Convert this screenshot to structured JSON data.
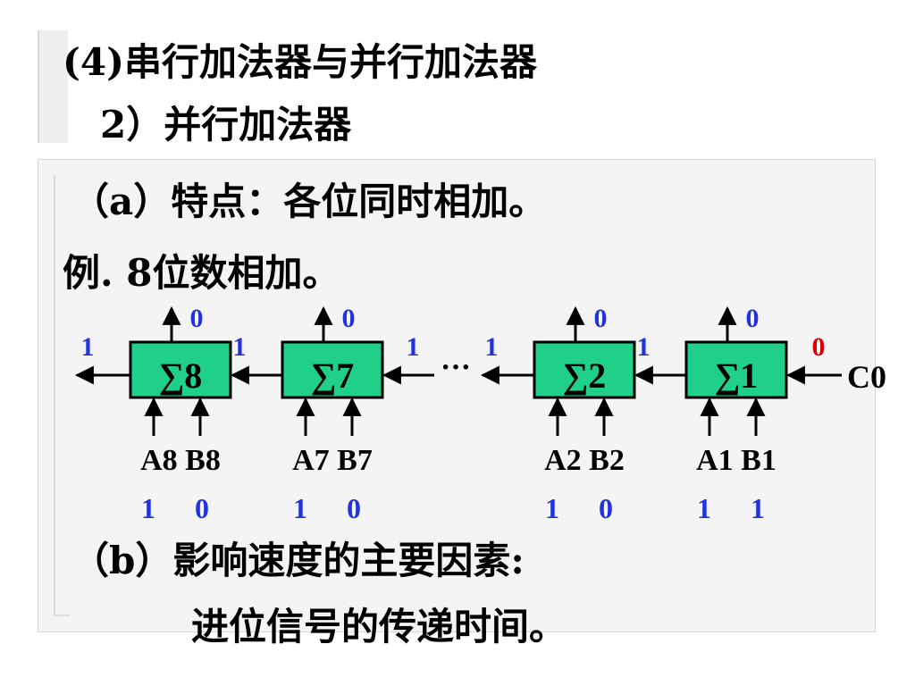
{
  "slide": {
    "title": "(4)串行加法器与并行加法器",
    "subtitle": "2）并行加法器",
    "point_a": "（a）特点：各位同时相加。",
    "example": "例. 8位数相加。",
    "point_b": "（b）影响速度的主要因素:",
    "point_b_detail": "进位信号的传递时间。"
  },
  "diagram": {
    "colors": {
      "box_fill": "#1fcf8a",
      "wire": "#000000",
      "value_blue": "#2233dd",
      "value_red": "#dd0000"
    },
    "adders": [
      {
        "label": "∑8",
        "input_labels": "A8 B8",
        "a": "1",
        "b": "0",
        "sum": "0",
        "carry_out": "1"
      },
      {
        "label": "∑7",
        "input_labels": "A7 B7",
        "a": "1",
        "b": "0",
        "sum": "0",
        "carry_out": "1"
      },
      {
        "label": "∑2",
        "input_labels": "A2 B2",
        "a": "1",
        "b": "0",
        "sum": "0",
        "carry_out": "1"
      },
      {
        "label": "∑1",
        "input_labels": "A1 B1",
        "a": "1",
        "b": "1",
        "sum": "0",
        "carry_out": "1"
      }
    ],
    "ellipsis": "···",
    "gap_carry": "1",
    "carry_in_value": "0",
    "carry_in_label": "C0"
  }
}
